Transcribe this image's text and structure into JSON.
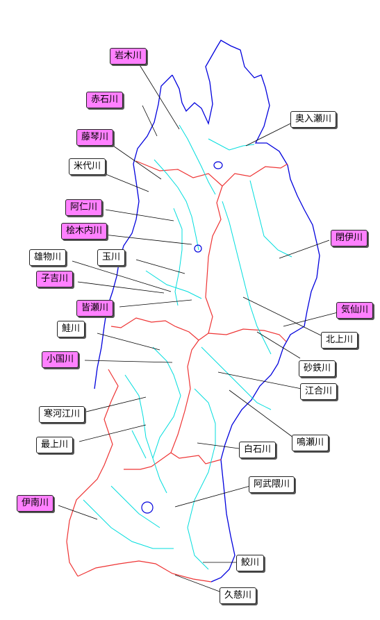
{
  "colors": {
    "coast": "#0000dd",
    "border": "#ee3333",
    "river": "#00dddd",
    "label_bg": "#ffffff",
    "label_bg_highlight": "#ff80ff",
    "leader": "#000000"
  },
  "rivers": [
    {
      "id": "iwaki",
      "label": "岩木川",
      "highlight": true
    },
    {
      "id": "akaishi",
      "label": "赤石川",
      "highlight": true
    },
    {
      "id": "fujikoto",
      "label": "藤琴川",
      "highlight": true
    },
    {
      "id": "yoneshiro",
      "label": "米代川",
      "highlight": false
    },
    {
      "id": "ani",
      "label": "阿仁川",
      "highlight": true
    },
    {
      "id": "hinokinai",
      "label": "桧木内川",
      "highlight": true
    },
    {
      "id": "omono",
      "label": "雄物川",
      "highlight": false
    },
    {
      "id": "tama",
      "label": "玉川",
      "highlight": false
    },
    {
      "id": "koyoshi",
      "label": "子吉川",
      "highlight": true
    },
    {
      "id": "minase",
      "label": "皆瀬川",
      "highlight": true
    },
    {
      "id": "sake",
      "label": "鮭川",
      "highlight": false
    },
    {
      "id": "oguni",
      "label": "小国川",
      "highlight": true
    },
    {
      "id": "sagae",
      "label": "寒河江川",
      "highlight": false
    },
    {
      "id": "mogami",
      "label": "最上川",
      "highlight": false
    },
    {
      "id": "inan",
      "label": "伊南川",
      "highlight": true
    },
    {
      "id": "oirase",
      "label": "奥入瀬川",
      "highlight": false
    },
    {
      "id": "hei",
      "label": "閉伊川",
      "highlight": true
    },
    {
      "id": "kesen",
      "label": "気仙川",
      "highlight": true
    },
    {
      "id": "kitakami",
      "label": "北上川",
      "highlight": false
    },
    {
      "id": "satetsu",
      "label": "砂鉄川",
      "highlight": false
    },
    {
      "id": "eai",
      "label": "江合川",
      "highlight": false
    },
    {
      "id": "naruse",
      "label": "鳴瀬川",
      "highlight": false
    },
    {
      "id": "shiroishi",
      "label": "白石川",
      "highlight": false
    },
    {
      "id": "abukuma",
      "label": "阿武隈川",
      "highlight": false
    },
    {
      "id": "same",
      "label": "鮫川",
      "highlight": false
    },
    {
      "id": "kuji",
      "label": "久慈川",
      "highlight": false
    }
  ]
}
